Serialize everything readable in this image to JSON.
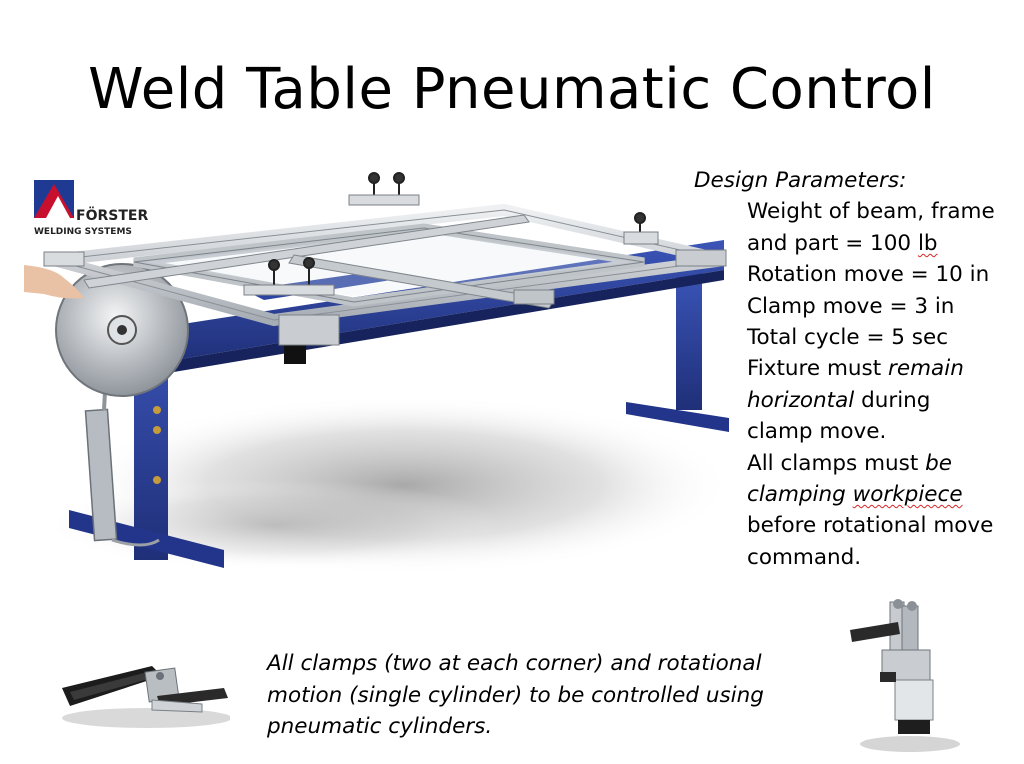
{
  "slide": {
    "title": "Weld Table Pneumatic Control"
  },
  "figure": {
    "logo_name": "FÖRSTER",
    "logo_subtitle": "WELDING SYSTEMS"
  },
  "design_parameters": {
    "heading": "Design Parameters:",
    "line1": "Weight of beam, frame",
    "line2_pre": "and part = 100 ",
    "line2_mark": "lb",
    "line3": "Rotation move = 10 in",
    "line4": "Clamp move = 3 in",
    "line5": "Total cycle = 5 sec",
    "line6_pre": "Fixture must ",
    "line6_em": "remain",
    "line7_em": "horizontal",
    "line7_post": " during",
    "line8": "clamp move.",
    "line9_pre": "All clamps must ",
    "line9_em": "be",
    "line10_em1": "clamping ",
    "line10_em2": "workpiece",
    "line11": "before rotational move",
    "line12": "command."
  },
  "footer_note": {
    "line1": "All clamps (two at each corner) and rotational",
    "line2": "motion (single cylinder) to be controlled using",
    "line3": "pneumatic cylinders."
  },
  "colors": {
    "frame_blue": "#2a3f94",
    "aluminum": "#c9cdd2",
    "logo_red": "#c8102e",
    "logo_blue": "#1f3a93",
    "spellcheck": "#d62728"
  }
}
